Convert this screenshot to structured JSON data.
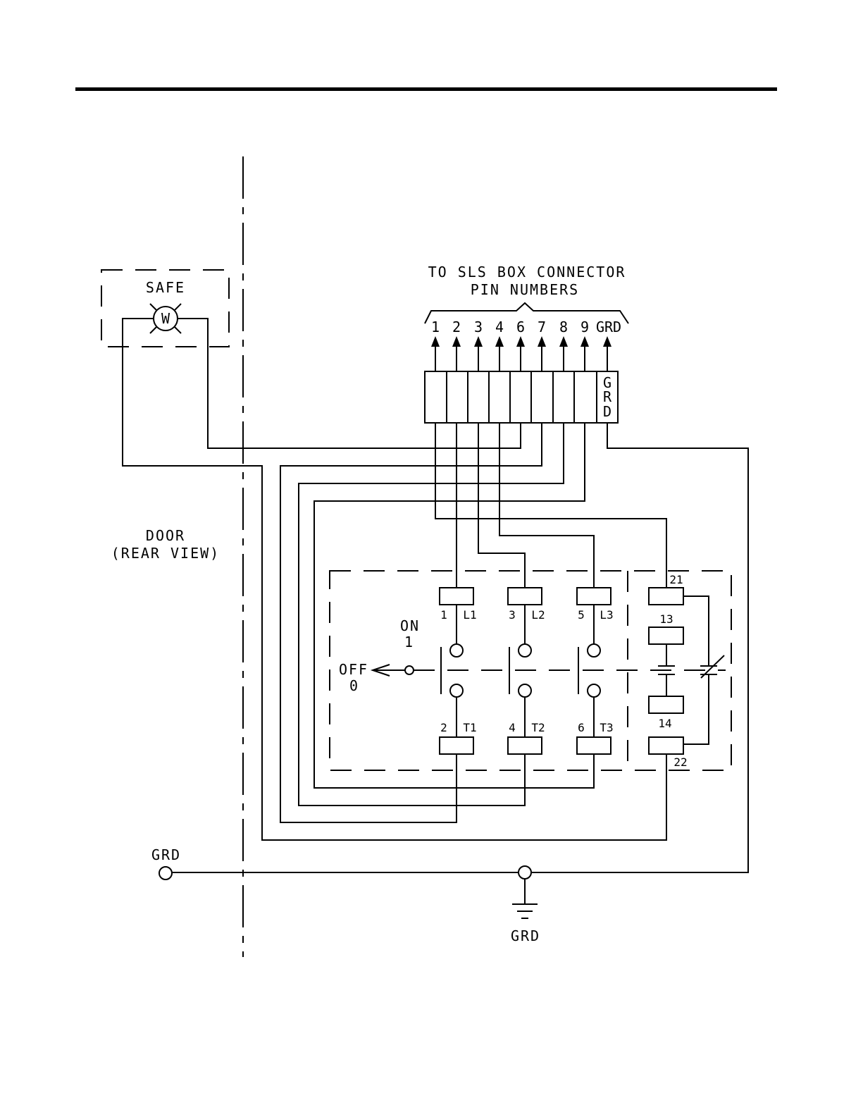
{
  "connector": {
    "heading_line1": "TO SLS BOX CONNECTOR",
    "heading_line2": "PIN NUMBERS",
    "pins": [
      "1",
      "2",
      "3",
      "4",
      "6",
      "7",
      "8",
      "9",
      "GRD"
    ],
    "block_label": [
      "G",
      "R",
      "D"
    ]
  },
  "lamp": {
    "label": "SAFE",
    "symbol": "W"
  },
  "door": {
    "line1": "DOOR",
    "line2": "(REAR VIEW)"
  },
  "switch": {
    "on_label": "ON",
    "on_value": "1",
    "off_label": "OFF",
    "off_value": "0",
    "line_terms": [
      {
        "num": "1",
        "name": "L1"
      },
      {
        "num": "3",
        "name": "L2"
      },
      {
        "num": "5",
        "name": "L3"
      }
    ],
    "load_terms": [
      {
        "num": "2",
        "name": "T1"
      },
      {
        "num": "4",
        "name": "T2"
      },
      {
        "num": "6",
        "name": "T3"
      }
    ],
    "aux_terms": [
      "21",
      "13",
      "14",
      "22"
    ]
  },
  "ground": {
    "left_label": "GRD",
    "bottom_label": "GRD"
  }
}
